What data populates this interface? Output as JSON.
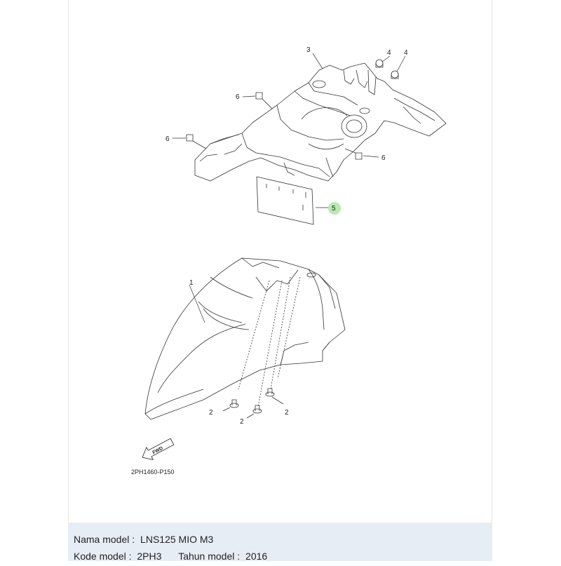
{
  "diagram": {
    "callouts": {
      "part1": "1",
      "part2a": "2",
      "part2b": "2",
      "part2c": "2",
      "part3": "3",
      "part4a": "4",
      "part4b": "4",
      "part5": "5",
      "part6a": "6",
      "part6b": "6",
      "part6c": "6"
    },
    "fwd_label": "FWD",
    "drawing_code": "2PH1460-P150",
    "highlight_color": "#b9eab0"
  },
  "info": {
    "model_name_label": "Nama model :",
    "model_name_value": "LNS125 MIO M3",
    "model_code_label": "Kode model :",
    "model_code_value": "2PH3",
    "year_label": "Tahun model :",
    "year_value": "2016"
  }
}
